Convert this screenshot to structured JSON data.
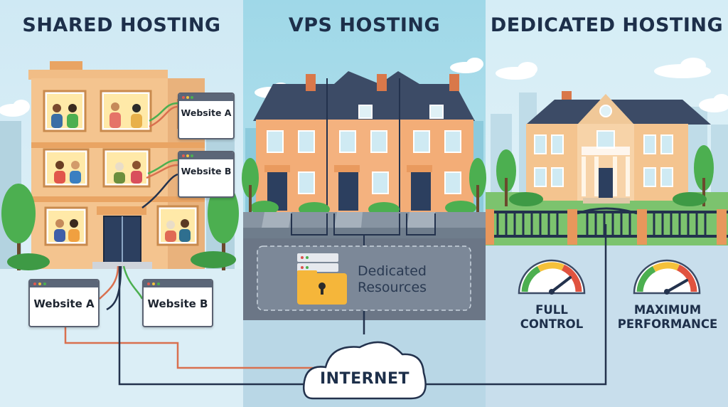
{
  "panels": {
    "shared": {
      "title": "SHARED HOSTING"
    },
    "vps": {
      "title": "VPS HOSTING"
    },
    "dedicated": {
      "title": "DEDICATED HOSTING"
    }
  },
  "shared_building": {
    "window_cards": [
      "Website A",
      "Website B"
    ],
    "ground_cards": [
      "Website A",
      "Website B"
    ]
  },
  "vps": {
    "resources_label_line1": "Dedicated",
    "resources_label_line2": "Resources"
  },
  "dedicated": {
    "gauge1_line1": "FULL",
    "gauge1_line2": "CONTROL",
    "gauge2_line1": "MAXIMUM",
    "gauge2_line2": "PERFORMANCE"
  },
  "internet": {
    "label": "INTERNET"
  },
  "colors": {
    "sky": "#d6ecf6",
    "vps_sky": "#a9dcea",
    "title": "#1d2f4a",
    "building": "#f4c48f",
    "roof": "#3c4b66",
    "tree": "#4caf50",
    "cable_orange": "#d9704f",
    "cable_navy": "#23324d"
  }
}
